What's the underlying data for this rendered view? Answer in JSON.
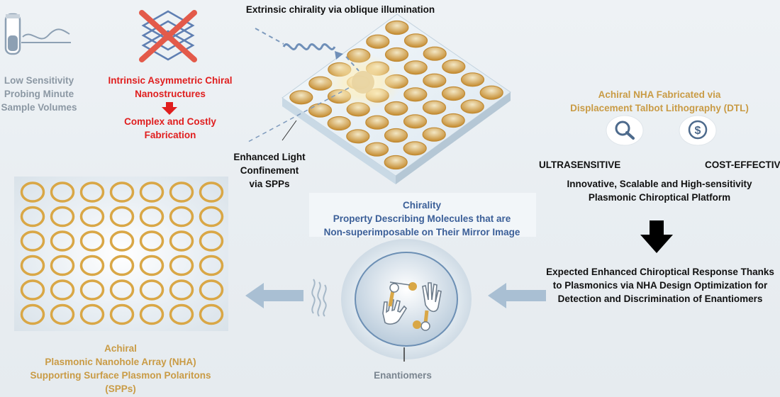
{
  "top_caption": "Extrinsic chirality via oblique illumination",
  "left_top": {
    "sensitivity": [
      "Low Sensitivity",
      "Probing Minute",
      "Sample Volumes"
    ],
    "intrinsic": [
      "Intrinsic Asymmetric Chiral",
      "Nanostructures"
    ],
    "fabrication": [
      "Complex and Costly",
      "Fabrication"
    ]
  },
  "center": {
    "confinement": [
      "Enhanced Light",
      "Confinement",
      "via SPPs"
    ],
    "chirality_title": "Chirality",
    "chirality_def": [
      "Property Describing Molecules that are",
      "Non-superimposable on Their Mirror Image"
    ],
    "enantiomers": "Enantiomers"
  },
  "right": {
    "achiral_dtl": [
      "Achiral NHA Fabricated via",
      "Displacement Talbot Lithography (DTL)"
    ],
    "ultrasensitive": "ULTRASENSITIVE",
    "cost_effective": "COST-EFFECTIVE",
    "platform": [
      "Innovative, Scalable and High-sensitivity",
      "Plasmonic Chiroptical Platform"
    ],
    "expected": [
      "Expected Enhanced Chiroptical Response Thanks",
      "to Plasmonics via NHA Design Optimization  for",
      "Detection and Discrimination of Enantiomers"
    ]
  },
  "bottom_left": [
    "Achiral",
    "Plasmonic Nanohole Array (NHA)",
    "Supporting Surface Plasmon Polaritons",
    "(SPPs)"
  ],
  "icons": [
    "test-tube-icon",
    "crossed-lattice-icon",
    "red-down-arrow-icon",
    "magnifier-icon",
    "dollar-coin-icon",
    "black-down-arrow-icon",
    "left-arrow-icon",
    "hands-icon"
  ],
  "colors": {
    "red": "#e01e1e",
    "gold": "#c99b45",
    "blue": "#3b5f98",
    "gray": "#8c98a4",
    "ring": "#d9a746"
  }
}
